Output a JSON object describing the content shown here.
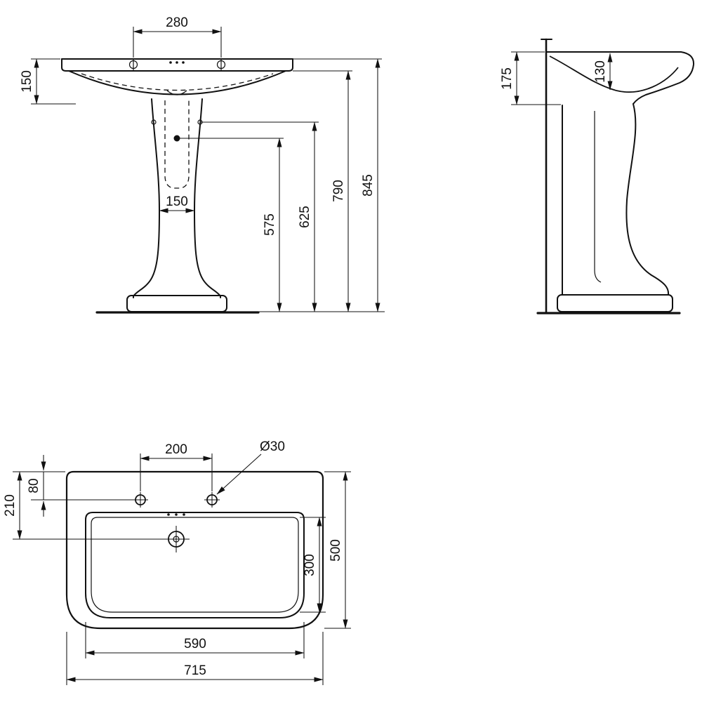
{
  "drawing": {
    "kind": "pedestal-washbasin-dimension-drawing",
    "line_color": "#111111",
    "background": "#ffffff"
  },
  "dims": {
    "front": {
      "tap_spacing": "280",
      "basin_height": "150",
      "pedestal_width": "150",
      "fixing_hole_height": "575",
      "bracket_height": "625",
      "rim_underside_height": "790",
      "overall_height": "845"
    },
    "side": {
      "basin_edge_height": "175",
      "bowl_depth": "130"
    },
    "top": {
      "tap_hole_spacing": "200",
      "tap_hole_diameter": "Ø30",
      "tap_hole_setback": "80",
      "center_hole_setback": "210",
      "bowl_front_length": "300",
      "overall_depth": "500",
      "bowl_width": "590",
      "overall_width": "715"
    }
  }
}
